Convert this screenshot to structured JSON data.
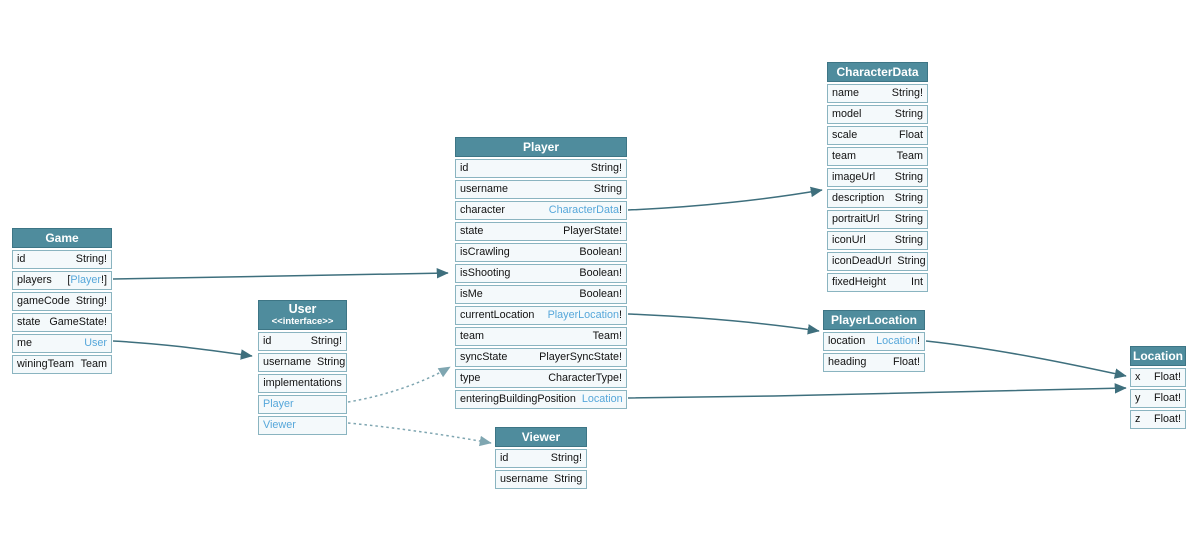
{
  "colors": {
    "canvas_bg": "#ffffff",
    "header_bg": "#4f8c9d",
    "header_border": "#3d7585",
    "header_text": "#ffffff",
    "cell_bg": "#f4f9fb",
    "cell_border": "#8ab4c0",
    "text": "#111111",
    "link": "#56a7da",
    "edge": "#3e6f7d",
    "edge_dotted": "#7fa6b1"
  },
  "nodes": {
    "game": {
      "title": "Game",
      "rows": [
        {
          "name": "id",
          "pre": "",
          "link": "",
          "post": "String!"
        },
        {
          "name": "players",
          "pre": "[",
          "link": "Player",
          "post": "!]"
        },
        {
          "name": "gameCode",
          "pre": "",
          "link": "",
          "post": "String!"
        },
        {
          "name": "state",
          "pre": "",
          "link": "",
          "post": "GameState!"
        },
        {
          "name": "me",
          "pre": "",
          "link": "User",
          "post": ""
        },
        {
          "name": "winingTeam",
          "pre": "",
          "link": "",
          "post": "Team"
        }
      ]
    },
    "user": {
      "title": "User",
      "subtitle": "<<interface>>",
      "rows": [
        {
          "name": "id",
          "pre": "",
          "link": "",
          "post": "String!"
        },
        {
          "name": "username",
          "pre": "",
          "link": "",
          "post": "String"
        }
      ],
      "implementations_label": "implementations",
      "implementation_links": [
        "Player",
        "Viewer"
      ]
    },
    "player": {
      "title": "Player",
      "rows": [
        {
          "name": "id",
          "pre": "",
          "link": "",
          "post": "String!"
        },
        {
          "name": "username",
          "pre": "",
          "link": "",
          "post": "String"
        },
        {
          "name": "character",
          "pre": "",
          "link": "CharacterData",
          "post": "!"
        },
        {
          "name": "state",
          "pre": "",
          "link": "",
          "post": "PlayerState!"
        },
        {
          "name": "isCrawling",
          "pre": "",
          "link": "",
          "post": "Boolean!"
        },
        {
          "name": "isShooting",
          "pre": "",
          "link": "",
          "post": "Boolean!"
        },
        {
          "name": "isMe",
          "pre": "",
          "link": "",
          "post": "Boolean!"
        },
        {
          "name": "currentLocation",
          "pre": "",
          "link": "PlayerLocation",
          "post": "!"
        },
        {
          "name": "team",
          "pre": "",
          "link": "",
          "post": "Team!"
        },
        {
          "name": "syncState",
          "pre": "",
          "link": "",
          "post": "PlayerSyncState!"
        },
        {
          "name": "type",
          "pre": "",
          "link": "",
          "post": "CharacterType!"
        },
        {
          "name": "enteringBuildingPosition",
          "pre": "",
          "link": "Location",
          "post": ""
        }
      ]
    },
    "characterdata": {
      "title": "CharacterData",
      "rows": [
        {
          "name": "name",
          "pre": "",
          "link": "",
          "post": "String!"
        },
        {
          "name": "model",
          "pre": "",
          "link": "",
          "post": "String"
        },
        {
          "name": "scale",
          "pre": "",
          "link": "",
          "post": "Float"
        },
        {
          "name": "team",
          "pre": "",
          "link": "",
          "post": "Team"
        },
        {
          "name": "imageUrl",
          "pre": "",
          "link": "",
          "post": "String"
        },
        {
          "name": "description",
          "pre": "",
          "link": "",
          "post": "String"
        },
        {
          "name": "portraitUrl",
          "pre": "",
          "link": "",
          "post": "String"
        },
        {
          "name": "iconUrl",
          "pre": "",
          "link": "",
          "post": "String"
        },
        {
          "name": "iconDeadUrl",
          "pre": "",
          "link": "",
          "post": "String"
        },
        {
          "name": "fixedHeight",
          "pre": "",
          "link": "",
          "post": "Int"
        }
      ]
    },
    "playerlocation": {
      "title": "PlayerLocation",
      "rows": [
        {
          "name": "location",
          "pre": "",
          "link": "Location",
          "post": "!"
        },
        {
          "name": "heading",
          "pre": "",
          "link": "",
          "post": "Float!"
        }
      ]
    },
    "location": {
      "title": "Location",
      "rows": [
        {
          "name": "x",
          "pre": "",
          "link": "",
          "post": "Float!"
        },
        {
          "name": "y",
          "pre": "",
          "link": "",
          "post": "Float!"
        },
        {
          "name": "z",
          "pre": "",
          "link": "",
          "post": "Float!"
        }
      ]
    },
    "viewer": {
      "title": "Viewer",
      "rows": [
        {
          "name": "id",
          "pre": "",
          "link": "",
          "post": "String!"
        },
        {
          "name": "username",
          "pre": "",
          "link": "",
          "post": "String"
        }
      ]
    }
  },
  "edges": [
    {
      "from": "Game.players",
      "to": "Player",
      "style": "solid"
    },
    {
      "from": "Game.me",
      "to": "User",
      "style": "solid"
    },
    {
      "from": "User.Player",
      "to": "Player",
      "style": "dotted"
    },
    {
      "from": "User.Viewer",
      "to": "Viewer",
      "style": "dotted"
    },
    {
      "from": "Player.character",
      "to": "CharacterData",
      "style": "solid"
    },
    {
      "from": "Player.currentLocation",
      "to": "PlayerLocation",
      "style": "solid"
    },
    {
      "from": "Player.enteringBuildingPosition",
      "to": "Location",
      "style": "solid"
    },
    {
      "from": "PlayerLocation.location",
      "to": "Location",
      "style": "solid"
    }
  ]
}
